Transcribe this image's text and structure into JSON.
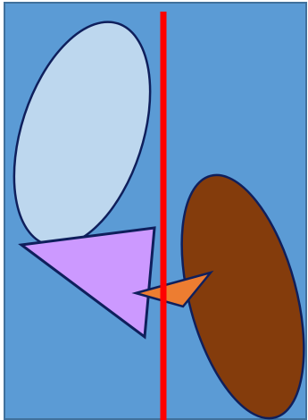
{
  "colors": {
    "frame_fill": "#5b9bd5",
    "frame_stroke": "#41719c",
    "outline": "#0f1f5c",
    "divider_line": "#ff0000",
    "light_ellipse": "#bdd7ee",
    "brown_ellipse": "#843c0c",
    "purple_triangle": "#cc99ff",
    "orange_triangle": "#ed7d31"
  },
  "shapes": {
    "light_ellipse": {
      "kind": "ellipse",
      "color_key": "light_ellipse"
    },
    "brown_ellipse": {
      "kind": "ellipse",
      "color_key": "brown_ellipse"
    },
    "purple_triangle": {
      "kind": "triangle",
      "color_key": "purple_triangle"
    },
    "orange_triangle": {
      "kind": "triangle",
      "color_key": "orange_triangle"
    },
    "divider_line": {
      "kind": "vertical-line",
      "color_key": "divider_line"
    }
  }
}
